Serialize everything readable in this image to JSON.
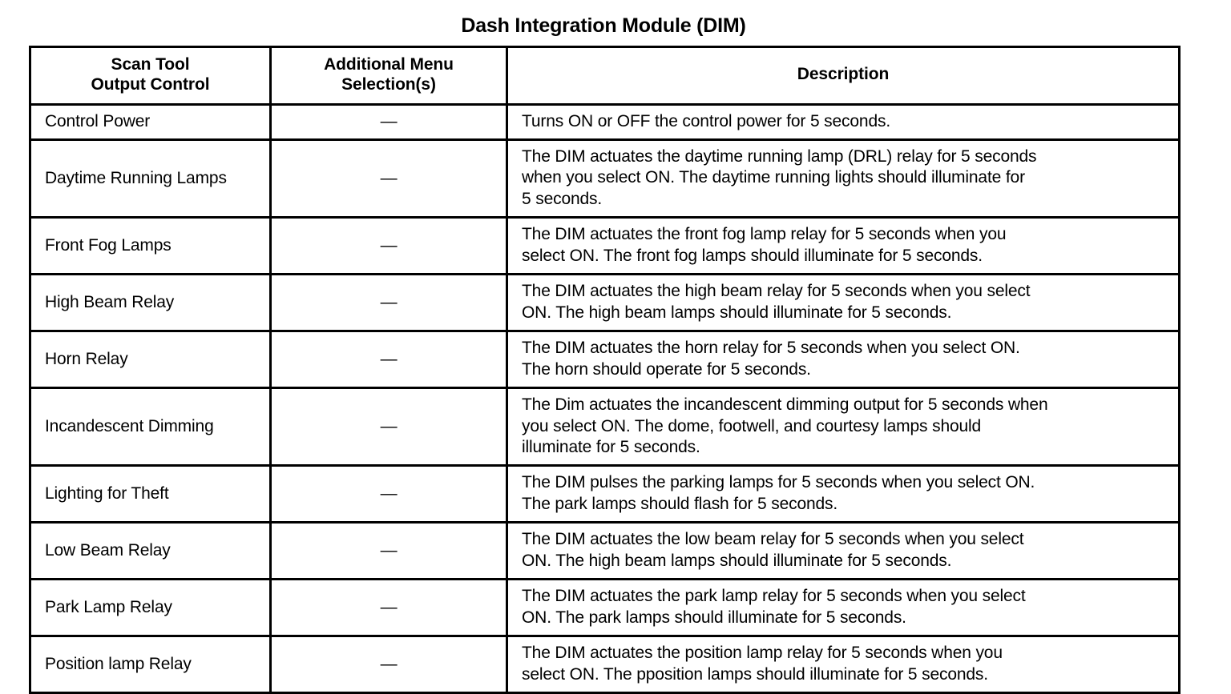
{
  "document": {
    "title": "Dash Integration Module (DIM)"
  },
  "table": {
    "headers": [
      "Scan Tool\nOutput Control",
      "Additional Menu\nSelection(s)",
      "Description"
    ],
    "header_lines": {
      "col1_line1": "Scan Tool",
      "col1_line2": "Output Control",
      "col2_line1": "Additional Menu",
      "col2_line2": "Selection(s)",
      "col3_line1": "Description"
    },
    "rows": [
      {
        "control": "Control Power",
        "menu": "—",
        "description_lines": [
          "Turns ON or OFF the control power for 5 seconds."
        ]
      },
      {
        "control": "Daytime Running Lamps",
        "menu": "—",
        "description_lines": [
          "The DIM actuates the daytime running lamp (DRL) relay for 5 seconds",
          "when you select ON. The daytime running lights should illuminate for",
          "5 seconds."
        ]
      },
      {
        "control": "Front Fog Lamps",
        "menu": "—",
        "description_lines": [
          "The DIM actuates the front fog lamp relay for 5 seconds when you",
          "select ON. The front fog lamps should illuminate for 5 seconds."
        ]
      },
      {
        "control": "High Beam Relay",
        "menu": "—",
        "description_lines": [
          "The DIM actuates the high beam relay for 5 seconds when you select",
          "ON. The high beam lamps should illuminate for 5 seconds."
        ]
      },
      {
        "control": "Horn Relay",
        "menu": "—",
        "description_lines": [
          "The DIM actuates the horn relay for 5 seconds when you select ON.",
          "The horn should operate for 5 seconds."
        ]
      },
      {
        "control": "Incandescent Dimming",
        "menu": "—",
        "description_lines": [
          "The Dim actuates the incandescent dimming output for 5 seconds when",
          "you select ON. The dome, footwell, and courtesy lamps should",
          "illuminate for 5 seconds."
        ]
      },
      {
        "control": "Lighting for Theft",
        "menu": "—",
        "description_lines": [
          "The DIM pulses the parking lamps for 5 seconds when you select ON.",
          "The park lamps should flash for 5 seconds."
        ]
      },
      {
        "control": "Low Beam Relay",
        "menu": "—",
        "description_lines": [
          "The DIM actuates the low beam relay for 5 seconds when you select",
          "ON. The high beam lamps should illuminate for 5 seconds."
        ]
      },
      {
        "control": "Park Lamp Relay",
        "menu": "—",
        "description_lines": [
          "The DIM actuates the park lamp relay for 5 seconds when you select",
          "ON. The park lamps should illuminate for 5 seconds."
        ]
      },
      {
        "control": "Position lamp Relay",
        "menu": "—",
        "description_lines": [
          "The DIM actuates the position lamp relay for 5 seconds when you",
          "select ON. The pposition lamps should illuminate for 5 seconds."
        ]
      }
    ]
  }
}
